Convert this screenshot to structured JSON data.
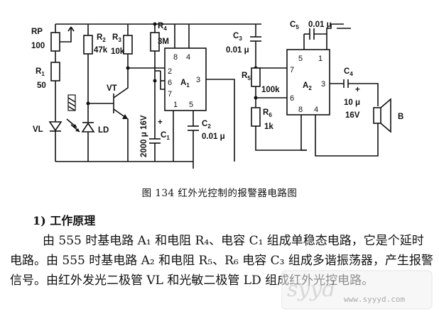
{
  "labels": {
    "rp": "RP",
    "rp_val": "100",
    "r1": "R",
    "r1_sub": "1",
    "r1_val": "50",
    "r2": "R",
    "r2_sub": "2",
    "r2_val": "47k",
    "r3": "R",
    "r3_sub": "3",
    "r3_val": "10k",
    "r4": "R",
    "r4_sub": "4",
    "r4_val": "3M",
    "vt": "VT",
    "vl": "VL",
    "ld": "LD",
    "c1": "C",
    "c1_sub": "1",
    "c1_val": "2000 μ 16V",
    "c2": "C",
    "c2_sub": "2",
    "c2_val": "0.01 μ",
    "c3": "C",
    "c3_sub": "3",
    "c3_val": "0.01 μ",
    "c4": "C",
    "c4_sub": "4",
    "c4_val1": "10 μ",
    "c4_val2": "16V",
    "c5": "C",
    "c5_sub": "5",
    "c5_val": "0.01 μ",
    "r5": "R",
    "r5_sub": "5",
    "r5_val": "100k",
    "r6": "R",
    "r6_sub": "6",
    "r6_val": "1k",
    "a1": "A",
    "a1_sub": "1",
    "a2": "A",
    "a2_sub": "2",
    "speaker": "B",
    "plus": "+",
    "a1_pins": [
      "8",
      "4",
      "2",
      "6",
      "7",
      "1",
      "5",
      "3"
    ],
    "a2_pins": [
      "5",
      "1",
      "7",
      "6",
      "3",
      "8",
      "4"
    ]
  },
  "caption": "图 134    红外光控制的报警器电路图",
  "section_heading": "1) 工作原理",
  "paragraph_1": "由 555 时基电路 A₁ 和电阻 R₄、电容 C₁ 组成单稳态电路，它是个延时电路。由 555 时基电路 A₂ 和电阻 R₅、R₆ 电容 C₃ 组成多谐振荡器，产生报警信号。由红外发光二极管 VL 和光敏二极管 LD 组成红外光控电路。",
  "watermark": {
    "text": "syyd",
    "url": "www.syyyd.com"
  }
}
